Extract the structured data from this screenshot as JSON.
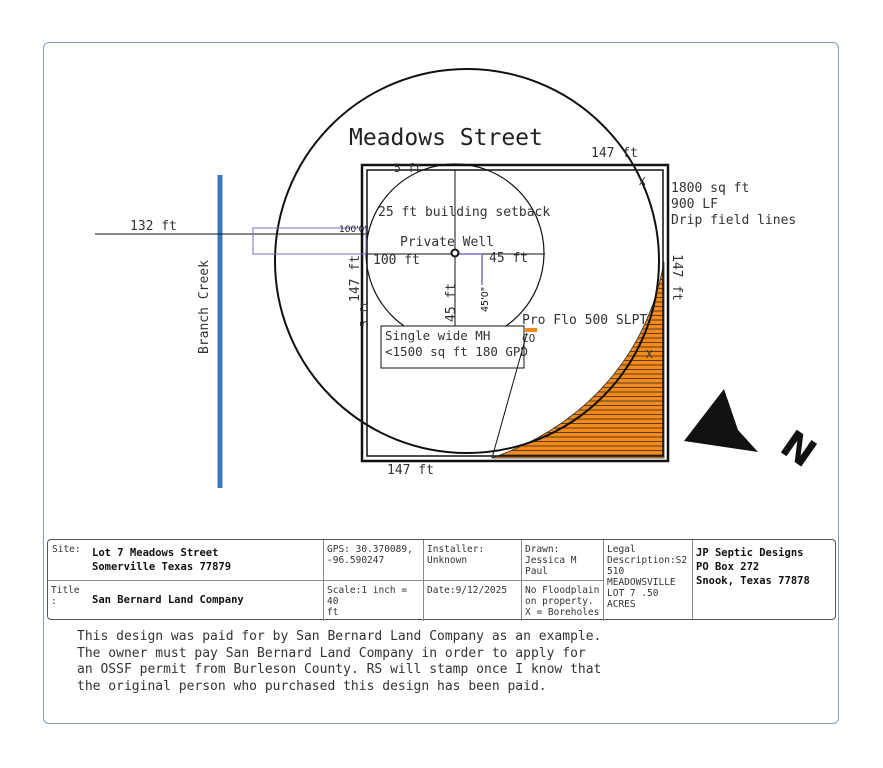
{
  "plan": {
    "street": "Meadows Street",
    "creek": "Branch Creek",
    "dim_top": "147 ft",
    "dim_bottom": "147 ft",
    "dim_right": "147 ft",
    "dim_left": "147 ft",
    "dim_creek": "132 ft",
    "dim_100": "100 ft",
    "dim_45_h": "45 ft",
    "dim_45_v": "45 ft",
    "dim_5": "5 ft",
    "dim_5_left": "5 ft",
    "marker_100": "100'0\"",
    "marker_45": "45'0\"",
    "setback": "25 ft building setback",
    "well": "Private Well",
    "drip_1": "1800 sq ft",
    "drip_2": "900 LF",
    "drip_3": "Drip field lines",
    "house_1": "Single wide MH",
    "house_2": "<1500 sq ft 180 GPD",
    "tank": "Pro Flo 500 SLPT",
    "co": "CO",
    "borehole": "X",
    "colors": {
      "creek": "#3a78c2",
      "drip": "#f28a1e",
      "lines": "#111111"
    }
  },
  "title_block": {
    "site_label": "Site:",
    "site_line1": "Lot 7 Meadows Street",
    "site_line2": "Somerville Texas 77879",
    "title_label": "Title\n:",
    "title_value": "San Bernard Land Company",
    "gps": "GPS: 30.370089,\n-96.590247",
    "installer": "Installer:\nUnknown",
    "drawn": "Drawn:\nJessica M\nPaul",
    "legal": "Legal\nDescription:S2\n510\nMEADOWSVILLE\nLOT 7 .50\nACRES",
    "company_1": "JP Septic Designs",
    "company_2": "PO Box 272",
    "company_3": "Snook, Texas 77878",
    "scale": "Scale:1 inch = 40\nft",
    "date": "Date:9/12/2025",
    "floodplain": "No Floodplain\non property.\nX = Boreholes"
  },
  "note": [
    "This design was paid for by San Bernard Land Company as an example.",
    "The owner must pay San Bernard Land Company in order to apply for",
    "an OSSF permit from Burleson County. RS will stamp once I know that",
    "the original person who purchased this design has been paid."
  ]
}
